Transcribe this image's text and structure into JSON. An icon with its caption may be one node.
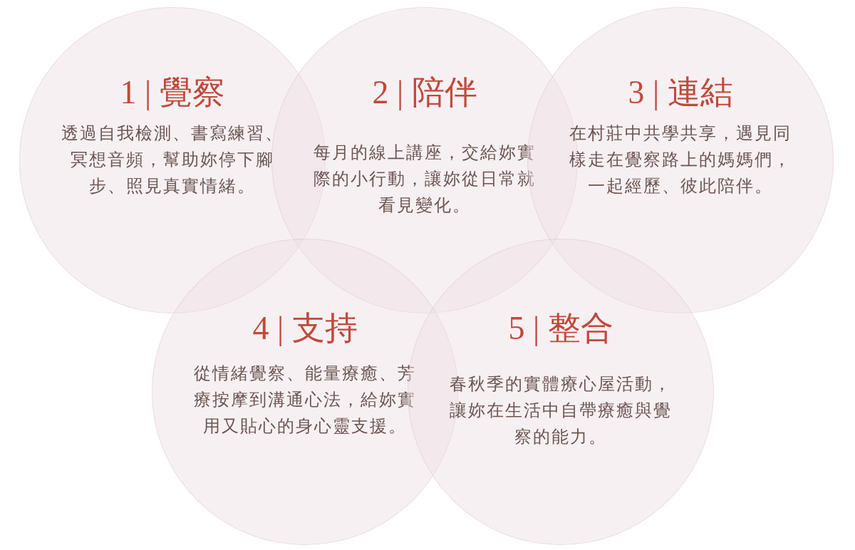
{
  "diagram": {
    "nodes": [
      {
        "text": [
          "1 | 覺察",
          "透過自我檢測、書寫練習、冥想音頻，幫助妳停下腳步、照見真實情緒。"
        ]
      },
      {
        "text": [
          "2 | 陪伴",
          "每月的線上講座，交給妳實際的小行動，讓妳從日常就看見變化。"
        ]
      },
      {
        "text": [
          "3 | 連結",
          "在村莊中共學共享，遇見同樣走在覺察路上的媽媽們，一起經歷、彼此陪伴。"
        ]
      },
      {
        "text": [
          "4 | 支持",
          "從情緒覺察、能量療癒、芳療按摩到溝通心法，給妳實用又貼心的身心靈支援。"
        ]
      },
      {
        "text": [
          "5 | 整合",
          "春秋季的實體療心屋活動，讓妳在生活中自帶療癒與覺察的能力。"
        ]
      }
    ]
  }
}
